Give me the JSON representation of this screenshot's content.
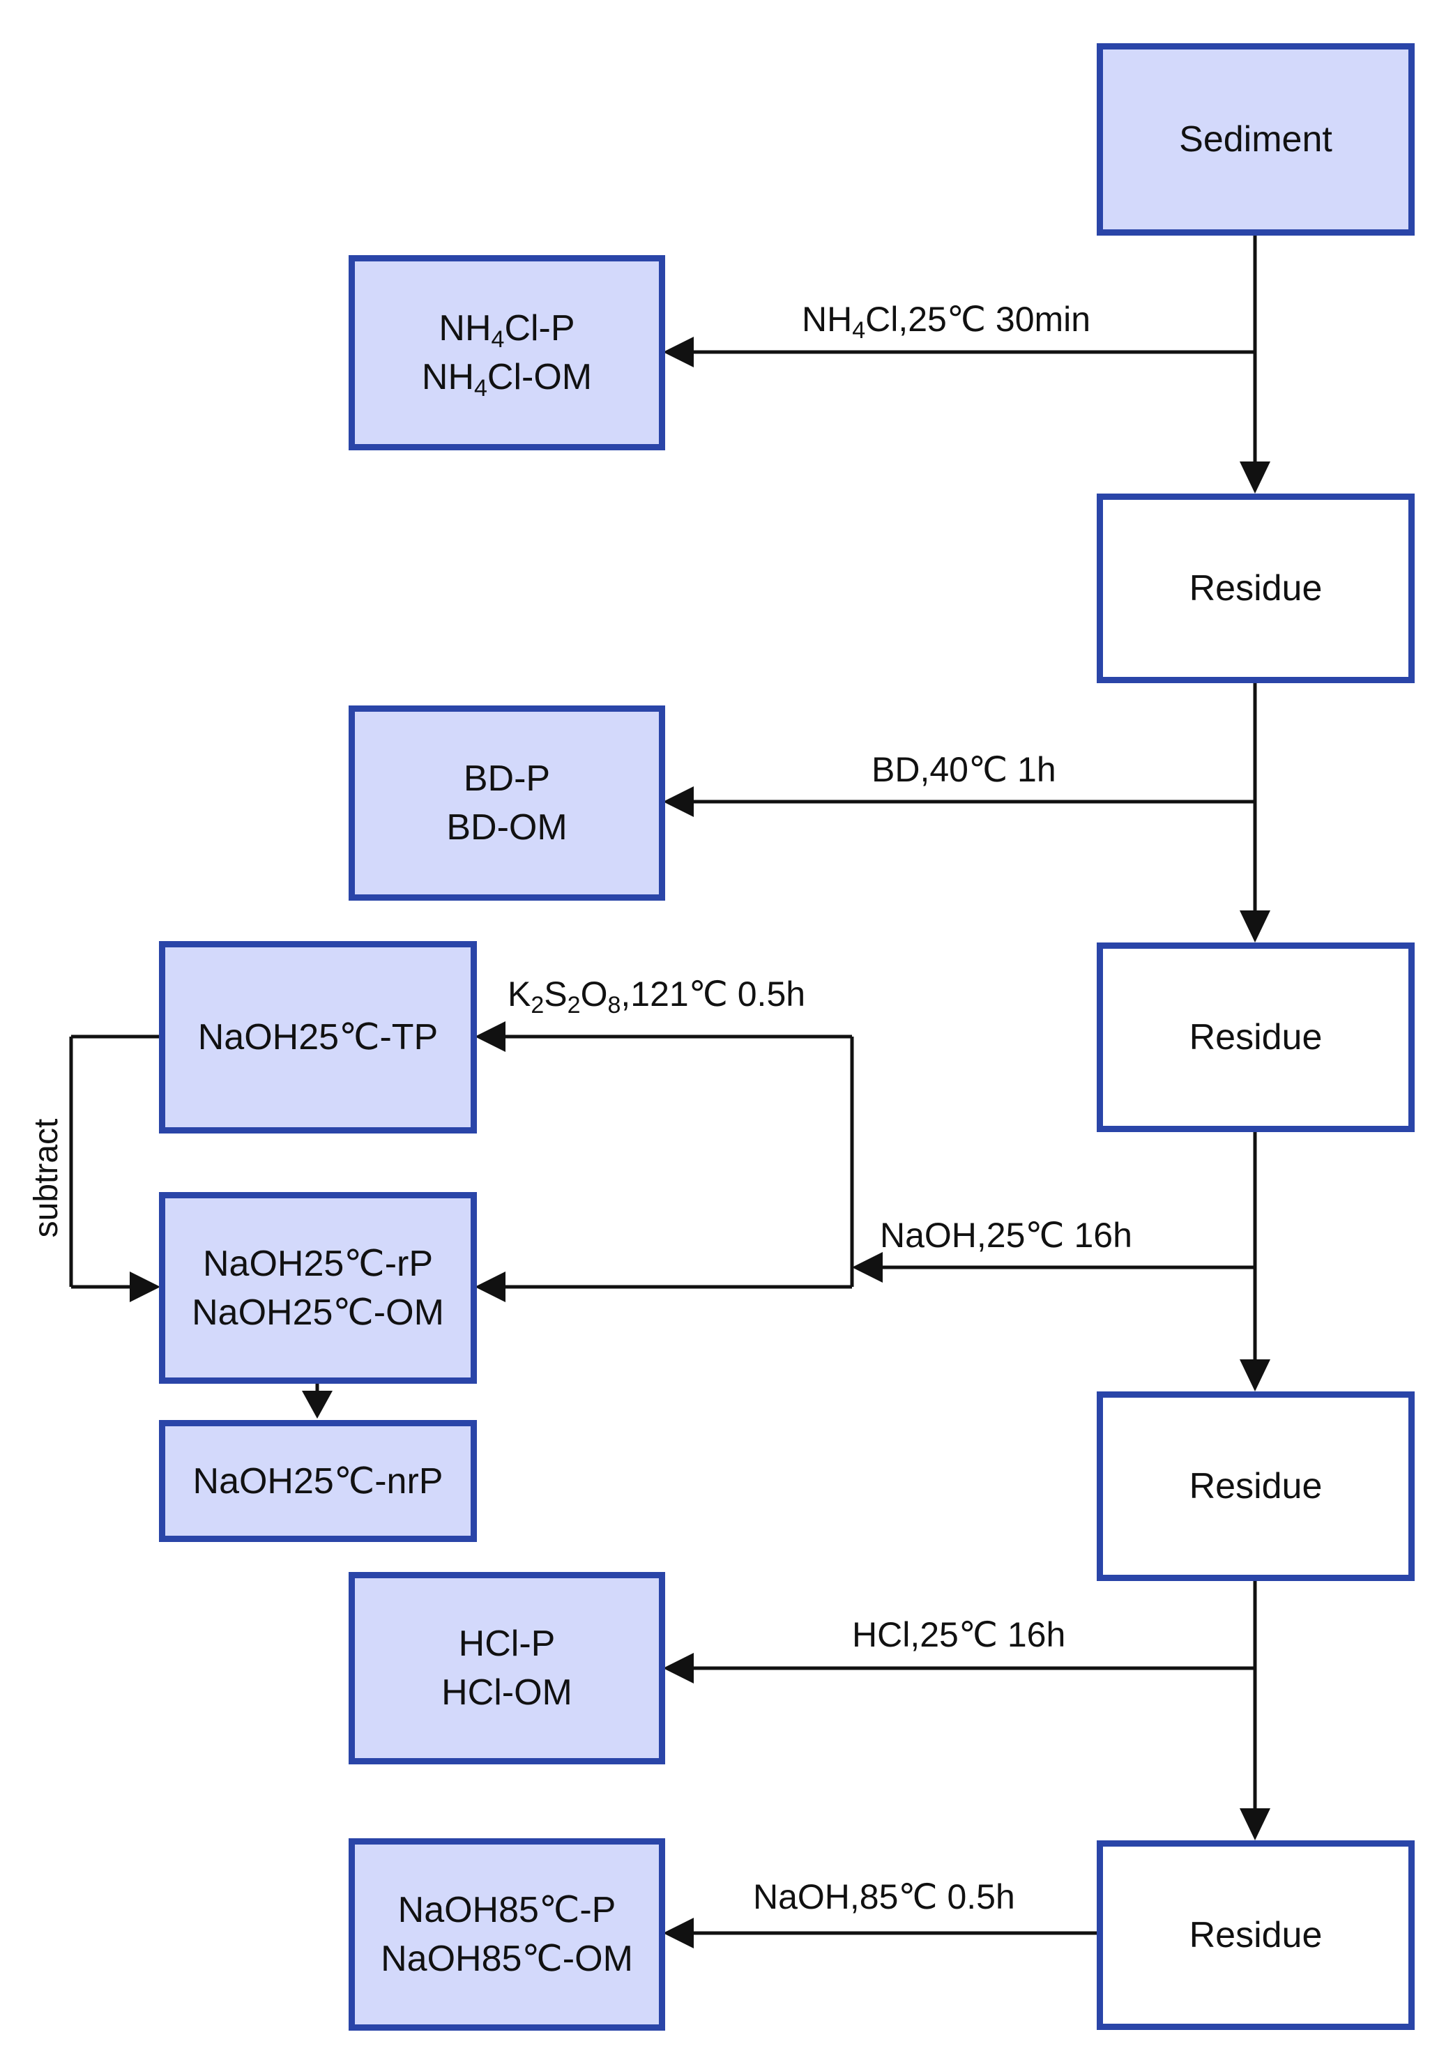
{
  "diagram": {
    "colors": {
      "box_fill": "#d3d9fb",
      "box_border": "#2a45a8",
      "line": "#111111"
    },
    "boxes": {
      "sediment": {
        "text": "Sediment"
      },
      "residue_1": {
        "text": "Residue"
      },
      "residue_2": {
        "text": "Residue"
      },
      "residue_3": {
        "text": "Residue"
      },
      "residue_4": {
        "text": "Residue"
      },
      "nh4cl": {
        "line1_main": "NH",
        "line1_sub": "4",
        "line1_rest": "Cl-P",
        "line2_main": "NH",
        "line2_sub": "4",
        "line2_rest": "Cl-OM"
      },
      "bd": {
        "line1": "BD-P",
        "line2": "BD-OM"
      },
      "naoh25_tp": {
        "text": "NaOH25℃-TP"
      },
      "naoh25_rp": {
        "line1": "NaOH25℃-rP",
        "line2": "NaOH25℃-OM"
      },
      "naoh25_nrp": {
        "text": "NaOH25℃-nrP"
      },
      "hcl": {
        "line1": "HCl-P",
        "line2": "HCl-OM"
      },
      "naoh85": {
        "line1": "NaOH85℃-P",
        "line2": "NaOH85℃-OM"
      }
    },
    "labels": {
      "nh4cl_step": {
        "main": "NH",
        "sub": "4",
        "rest": "Cl,25℃ 30min"
      },
      "bd_step": "BD,40℃ 1h",
      "k2s2o8_step": {
        "k": "K",
        "k_sub": "2",
        "s": "S",
        "s_sub": "2",
        "o": "O",
        "o_sub": "8",
        "rest": ",121℃ 0.5h"
      },
      "naoh25_step": "NaOH,25℃ 16h",
      "hcl_step": "HCl,25℃ 16h",
      "naoh85_step": "NaOH,85℃ 0.5h",
      "subtract": "subtract"
    }
  }
}
